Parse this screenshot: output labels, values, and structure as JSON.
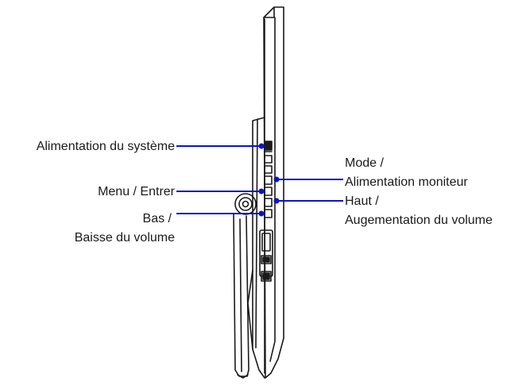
{
  "diagram": {
    "callout_color": "#0a14c8",
    "outline_color": "#1a1a1a",
    "labels": {
      "system_power": "Alimentation du système",
      "menu_enter": "Menu / Entrer",
      "down_line1": "Bas /",
      "down_line2": "Baisse du volume",
      "mode_line1": "Mode /",
      "mode_line2": "Alimentation moniteur",
      "up_line1": "Haut /",
      "up_line2": "Augementation du volume"
    }
  }
}
